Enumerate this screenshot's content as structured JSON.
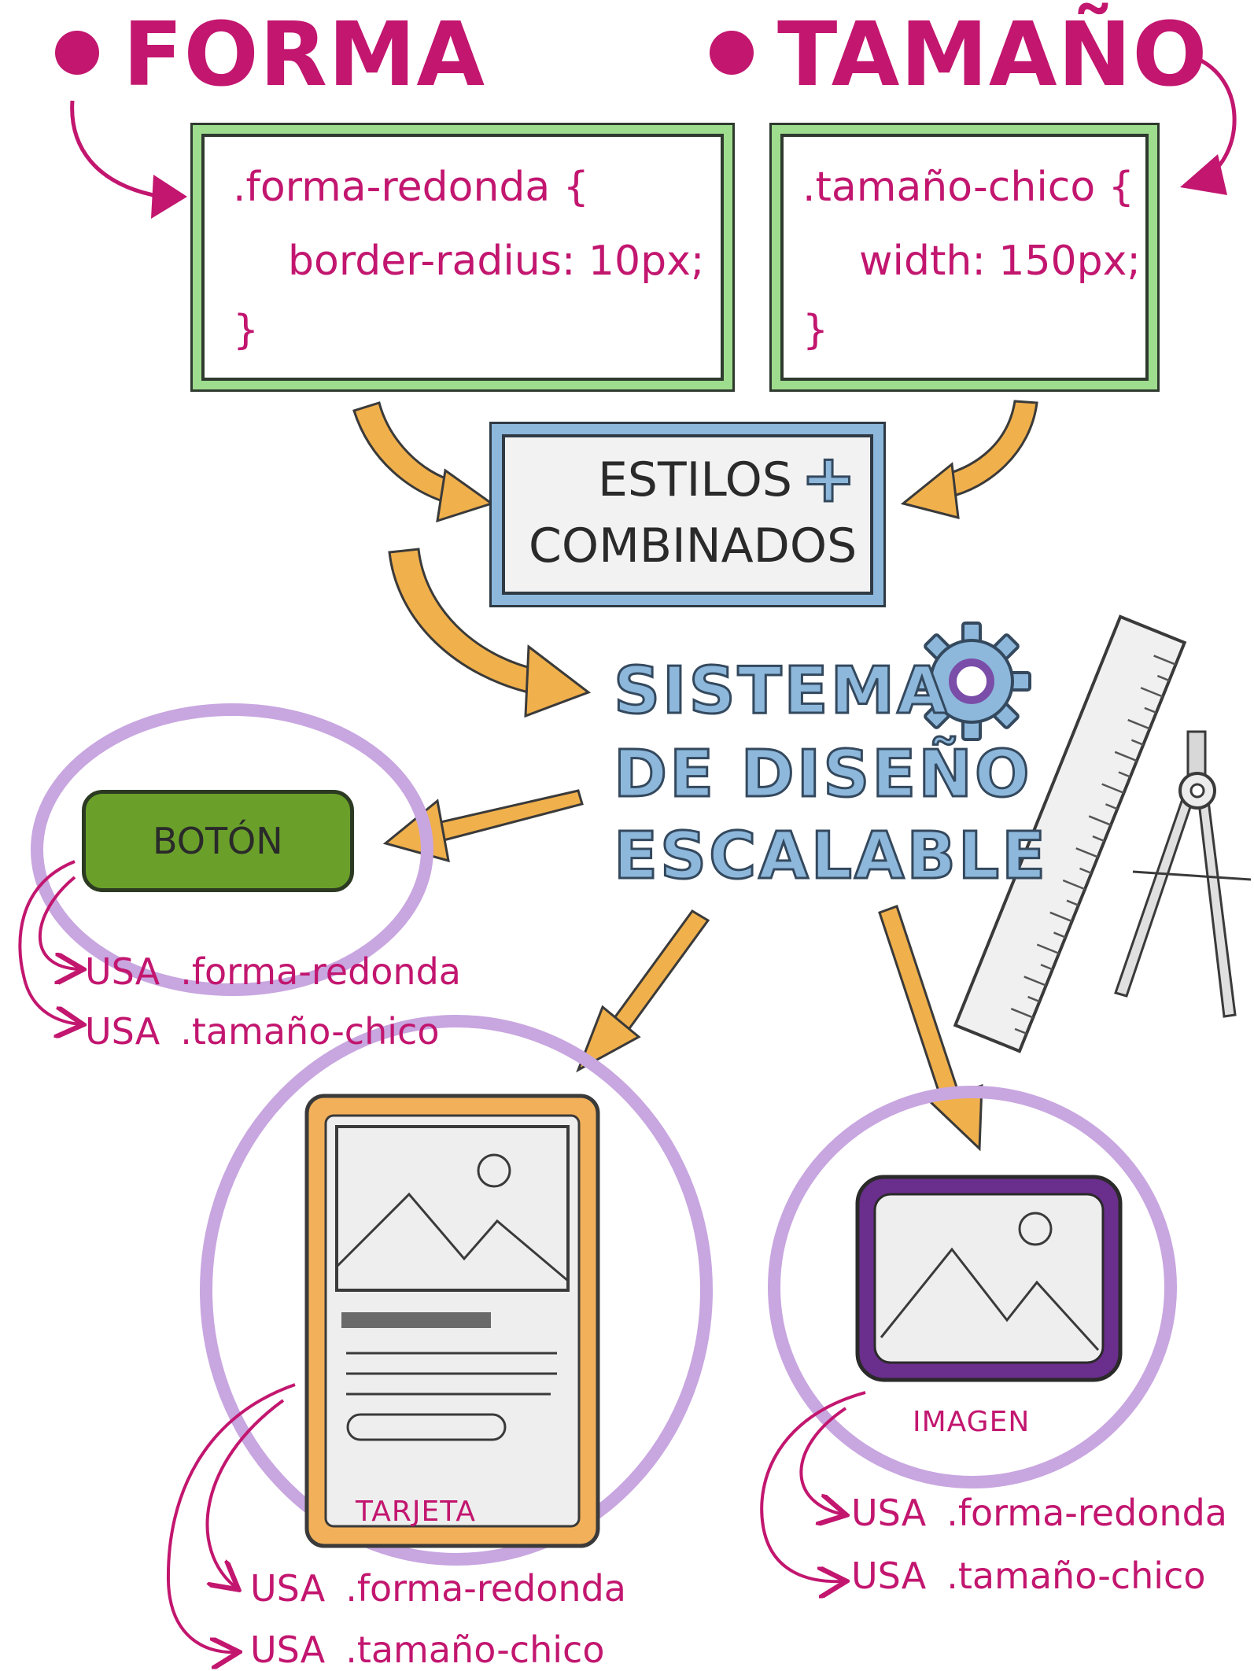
{
  "titles": {
    "forma": "FORMA",
    "tamano": "TAMAÑO"
  },
  "code_forma": {
    "selector": ".forma-redonda {",
    "declaration": "border-radius: 10px;",
    "close": "}"
  },
  "code_tamano": {
    "selector": ".tamaño-chico {",
    "declaration": "width: 150px;",
    "close": "}"
  },
  "combined": {
    "line1": "ESTILOS",
    "plus": "+",
    "line2": "COMBINADOS"
  },
  "system": {
    "line1": "SISTEMA",
    "line2": "DE DISEÑO",
    "line3": "ESCALABLE"
  },
  "components": {
    "button": {
      "label": "BOTÓN",
      "uses": [
        "USA",
        ".forma-redonda",
        "USA",
        ".tamaño-chico"
      ]
    },
    "card": {
      "label": "TARJETA",
      "uses": [
        "USA",
        ".forma-redonda",
        "USA",
        ".tamaño-chico"
      ]
    },
    "image": {
      "label": "IMAGEN",
      "uses": [
        "USA",
        ".forma-redonda",
        "USA",
        ".tamaño-chico"
      ]
    }
  },
  "colors": {
    "magenta": "#c2166f",
    "green_frame": "#9edc8e",
    "blue_frame": "#8db8dc",
    "orange_arrow": "#f0b04c",
    "lavender_circle": "#c8a6e0",
    "button_green": "#6aa02a",
    "card_orange": "#f3b05a",
    "image_purple": "#6a2e8c"
  },
  "icons": [
    "gear-icon",
    "ruler-icon",
    "compass-icon",
    "landscape-image-icon"
  ]
}
